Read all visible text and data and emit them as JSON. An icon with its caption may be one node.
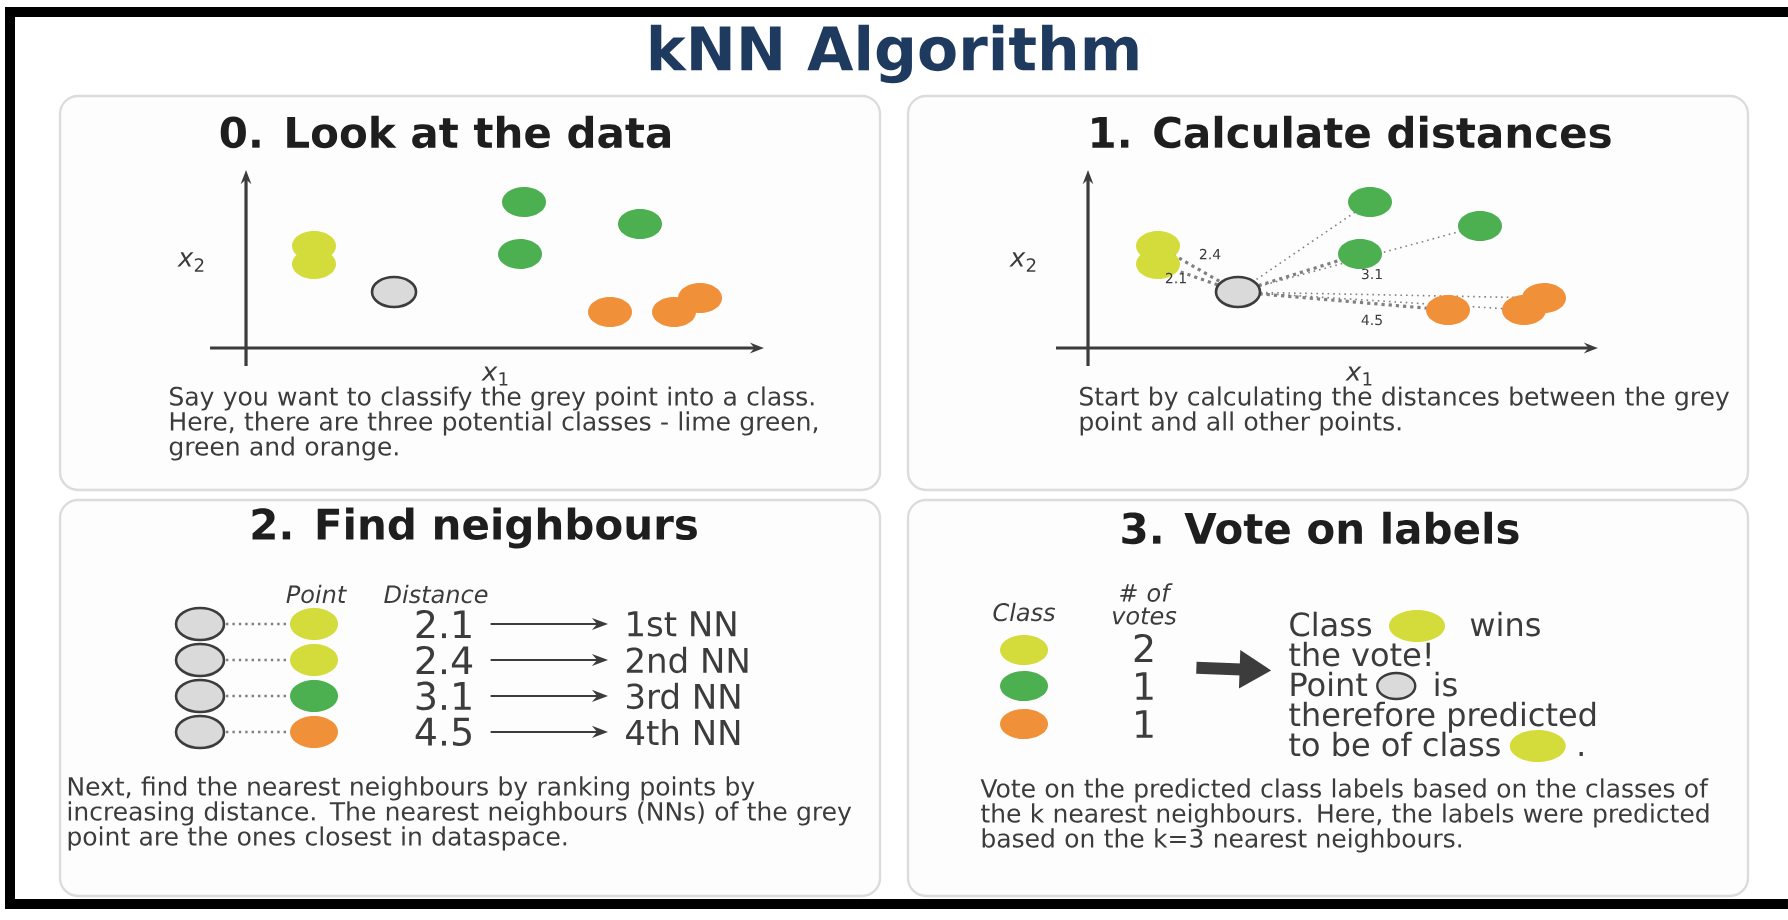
{
  "diagram": {
    "title": "kNN Algorithm",
    "nodes": [
      {
        "text": [
          "0. Look at the data",
          "Say you want to classify the grey point into a class. Here, there are three potential classes - lime green, green and orange."
        ]
      },
      {
        "text": [
          "1. Calculate distances",
          "Start by calculating the distances between the grey point and all other points."
        ]
      },
      {
        "text": [
          "2. Find neighbours",
          "Next, find the nearest neighbours by ranking points by increasing distance. The nearest neighbours (NNs) of the grey point are the ones closest in dataspace."
        ]
      },
      {
        "text": [
          "3. Vote on labels",
          "Vote on the predicted class labels based on the classes of the k nearest neighbours. Here, the labels were predicted based on the k=3 nearest neighbours."
        ]
      },
      {
        "text": [
          "2.1"
        ],
        "in": 2
      },
      {
        "text": [
          "1st NN"
        ],
        "in": 2
      },
      {
        "text": [
          "2.4"
        ],
        "in": 2
      },
      {
        "text": [
          "2nd NN"
        ],
        "in": 2
      },
      {
        "text": [
          "3.1"
        ],
        "in": 2
      },
      {
        "text": [
          "3rd NN"
        ],
        "in": 2
      },
      {
        "text": [
          "4.5"
        ],
        "in": 2
      },
      {
        "text": [
          "4th NN"
        ],
        "in": 2
      },
      {
        "text": [
          "Class",
          "# of votes",
          "2",
          "1",
          "1"
        ],
        "in": 3
      },
      {
        "text": [
          "Class",
          "wins",
          "the vote!",
          "Point",
          "is",
          "therefore predicted",
          "to be of class",
          "."
        ],
        "in": 3
      }
    ],
    "edges": [
      {
        "from": 4,
        "to": 5,
        "arrow": "to"
      },
      {
        "from": 6,
        "to": 7,
        "arrow": "to"
      },
      {
        "from": 8,
        "to": 9,
        "arrow": "to"
      },
      {
        "from": 10,
        "to": 11,
        "arrow": "to"
      },
      {
        "from": 12,
        "to": 13,
        "arrow": "to",
        "style": "thick"
      }
    ],
    "labels": [
      "*x*$_{2}$",
      "*x*$_{1}$",
      "*x*$_{2}$",
      "2.4",
      "2.1",
      "3.1",
      "4.5",
      "*x*$_{1}$",
      "Point",
      "Distance"
    ]
  }
}
